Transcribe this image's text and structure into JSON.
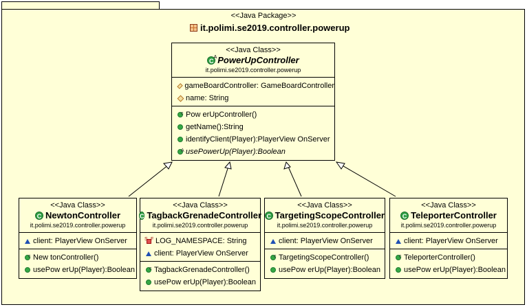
{
  "package": {
    "stereotype": "<<Java Package>>",
    "name": "it.polimi.se2019.controller.powerup",
    "icon": "package-icon"
  },
  "classes": {
    "powerup": {
      "stereotype": "<<Java Class>>",
      "name": "PowerUpController",
      "package": "it.polimi.se2019.controller.powerup",
      "attributes": [
        {
          "icon": "protected-field-icon",
          "text": "gameBoardController: GameBoardController"
        },
        {
          "icon": "protected-field-icon",
          "text": "name: String"
        }
      ],
      "methods": [
        {
          "icon": "constructor-icon",
          "text": "Pow erUpController()"
        },
        {
          "icon": "public-method-icon",
          "text": "getName():String"
        },
        {
          "icon": "public-method-icon",
          "text": "identifyClient(Player):PlayerView OnServer"
        },
        {
          "icon": "abstract-method-icon",
          "text": "usePowerUp(Player):Boolean"
        }
      ]
    },
    "newton": {
      "stereotype": "<<Java Class>>",
      "name": "NewtonController",
      "package": "it.polimi.se2019.controller.powerup",
      "attributes": [
        {
          "icon": "package-field-icon",
          "text": "client: PlayerView OnServer"
        }
      ],
      "methods": [
        {
          "icon": "constructor-icon",
          "text": "New tonController()"
        },
        {
          "icon": "public-method-icon",
          "text": "usePow erUp(Player):Boolean"
        }
      ]
    },
    "tagback": {
      "stereotype": "<<Java Class>>",
      "name": "TagbackGrenadeController",
      "package": "it.polimi.se2019.controller.powerup",
      "attributes": [
        {
          "icon": "static-final-field-icon",
          "text": "LOG_NAMESPACE: String"
        },
        {
          "icon": "package-field-icon",
          "text": "client: PlayerView OnServer"
        }
      ],
      "methods": [
        {
          "icon": "constructor-icon",
          "text": "TagbackGrenadeController()"
        },
        {
          "icon": "public-method-icon",
          "text": "usePow erUp(Player):Boolean"
        }
      ]
    },
    "targeting": {
      "stereotype": "<<Java Class>>",
      "name": "TargetingScopeController",
      "package": "it.polimi.se2019.controller.powerup",
      "attributes": [
        {
          "icon": "package-field-icon",
          "text": "client: PlayerView OnServer"
        }
      ],
      "methods": [
        {
          "icon": "constructor-icon",
          "text": "TargetingScopeController()"
        },
        {
          "icon": "public-method-icon",
          "text": "usePow erUp(Player):Boolean"
        }
      ]
    },
    "teleporter": {
      "stereotype": "<<Java Class>>",
      "name": "TeleporterController",
      "package": "it.polimi.se2019.controller.powerup",
      "attributes": [
        {
          "icon": "package-field-icon",
          "text": "client: PlayerView OnServer"
        }
      ],
      "methods": [
        {
          "icon": "constructor-icon",
          "text": "TeleporterController()"
        },
        {
          "icon": "public-method-icon",
          "text": "usePow erUp(Player):Boolean"
        }
      ]
    }
  },
  "colors": {
    "class_fill": "#ffffd7",
    "class_icon": "#2fa043"
  }
}
